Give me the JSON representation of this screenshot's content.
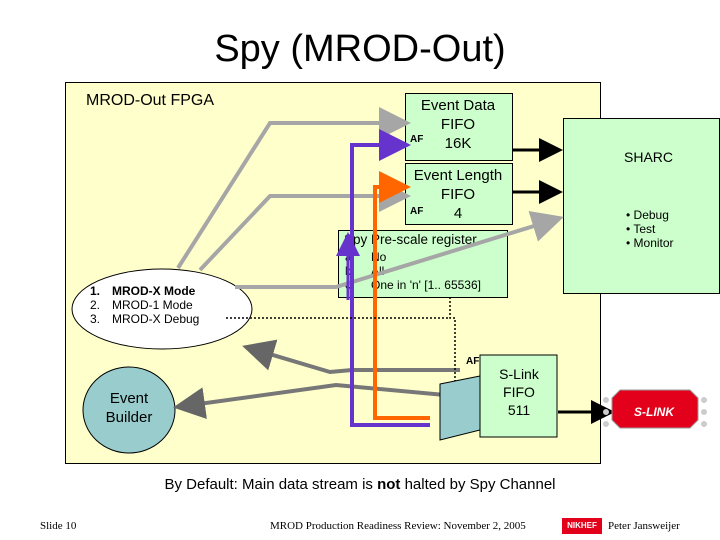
{
  "title": "Spy (MROD-Out)",
  "fpga_label": "MROD-Out FPGA",
  "event_data_fifo": {
    "lines": [
      "Event Data",
      "FIFO",
      "16K"
    ],
    "af": "AF"
  },
  "event_length_fifo": {
    "lines": [
      "Event Length",
      "FIFO",
      "4"
    ],
    "af": "AF"
  },
  "sharc": {
    "label": "SHARC",
    "bullets": [
      "• Debug",
      "• Test",
      "• Monitor"
    ]
  },
  "prescale": {
    "title": "Spy Pre-scale register",
    "items": [
      {
        "key": "a.",
        "text": "No"
      },
      {
        "key": "b.",
        "text": "All"
      },
      {
        "key": "c.",
        "text": "One in 'n' [1.. 65536]"
      }
    ]
  },
  "modes": [
    {
      "key": "1.",
      "text": "MROD-X Mode"
    },
    {
      "key": "2.",
      "text": "MROD-1 Mode"
    },
    {
      "key": "3.",
      "text": "MROD-X Debug"
    }
  ],
  "event_builder": [
    "Event",
    "Builder"
  ],
  "slink_fifo": {
    "lines": [
      "S-Link",
      "FIFO",
      "511"
    ],
    "af": "AF"
  },
  "slink_logo": "S-LINK",
  "default_note_pre": "By Default: Main data stream is ",
  "default_note_em": "not",
  "default_note_post": " halted by Spy Channel",
  "footer": {
    "slide": "Slide 10",
    "center": "MROD Production Readiness Review: November 2, 2005",
    "logo": "NIKHEF",
    "author": "Peter Jansweijer"
  },
  "colors": {
    "fpga_bg": "#ffffcc",
    "box_bg": "#ccffcc",
    "purple": "#6633cc",
    "orange": "#ff6600",
    "gray": "#a6a6a6",
    "slink_red": "#e3001b"
  }
}
